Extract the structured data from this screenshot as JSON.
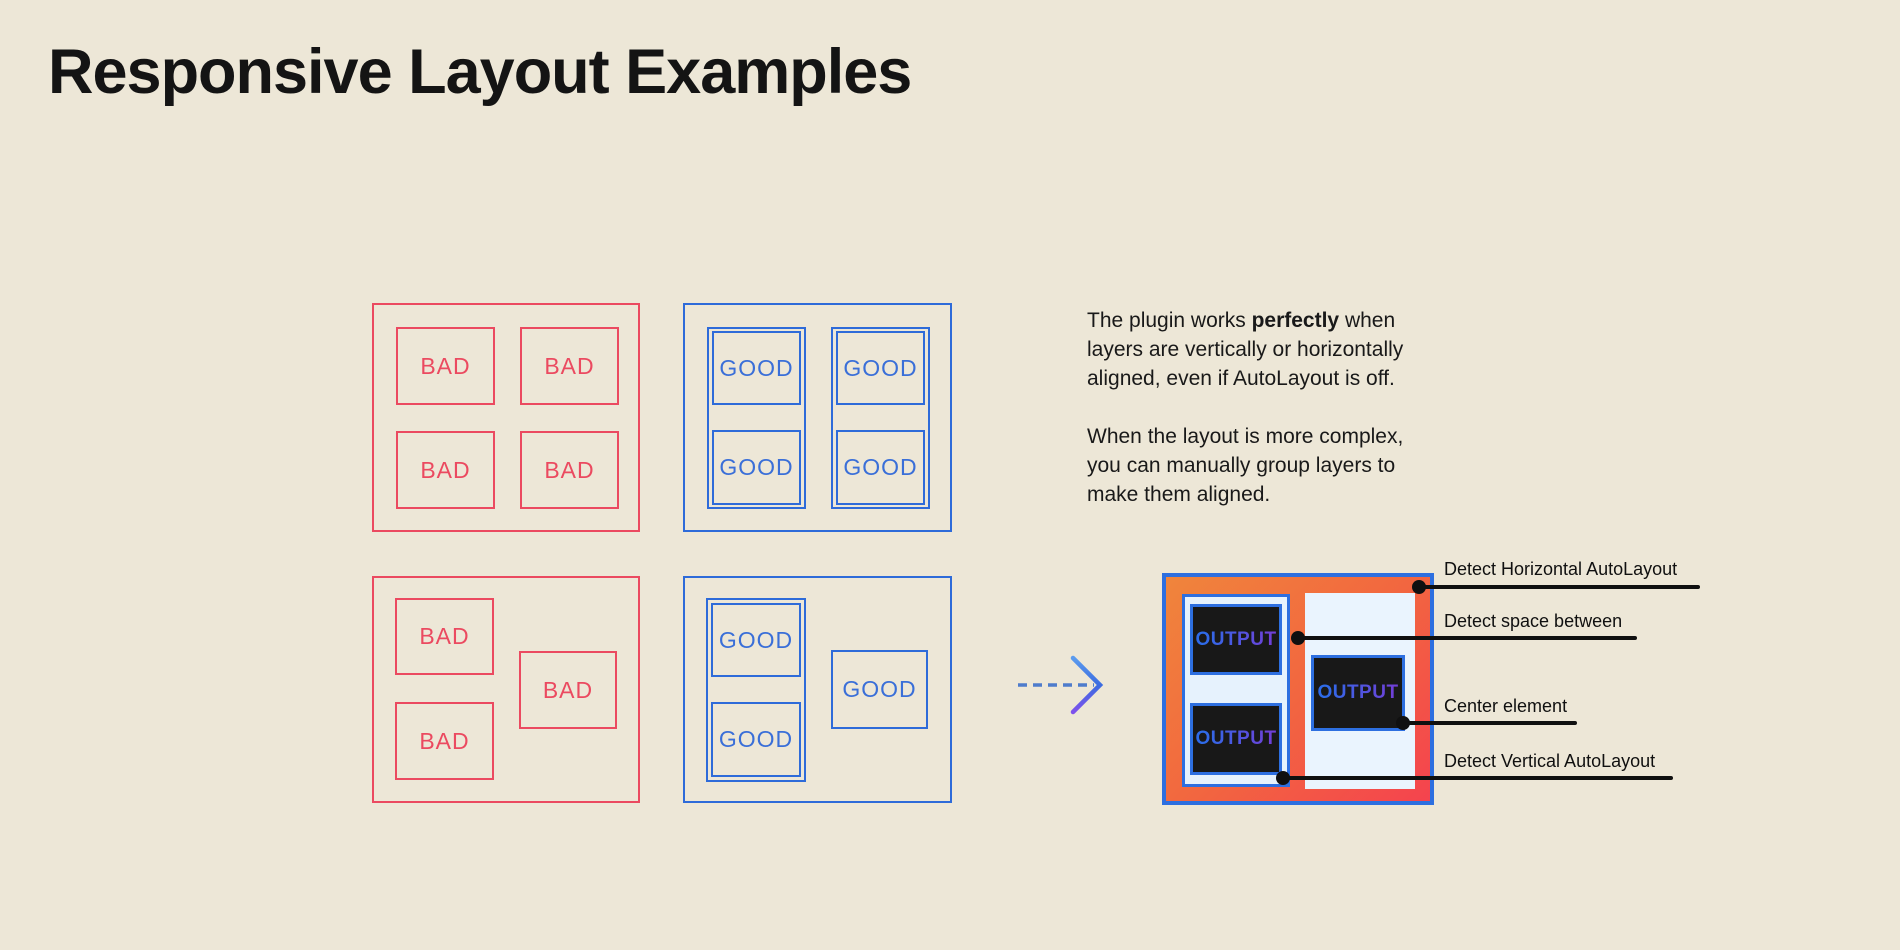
{
  "title": "Responsive Layout Examples",
  "labels": {
    "bad": "BAD",
    "good": "GOOD",
    "output": "OUTPUT"
  },
  "description": {
    "p1_before": "The plugin works ",
    "p1_bold": "perfectly",
    "p1_after": " when layers are vertically or horizontally aligned, even if AutoLayout is off.",
    "p2": "When the layout is more complex, you can manually group layers to make them aligned."
  },
  "annotations": [
    {
      "label": "Detect Horizontal AutoLayout"
    },
    {
      "label": "Detect space between"
    },
    {
      "label": "Center element"
    },
    {
      "label": "Detect Vertical AutoLayout"
    }
  ],
  "colors": {
    "background": "#EDE7D7",
    "bad_red": "#EB4A60",
    "good_blue": "#2E6BD9",
    "output_border_blue": "#2D6FE0",
    "output_gradient_start": "#F0853C",
    "output_gradient_end": "#F4434E",
    "output_panel_fill": "#E6F2FD",
    "output_dark_fill": "#181818",
    "annotation_black": "#101010",
    "arrow_blue": "#4E7CCC",
    "arrow_purple": "#7E52EC"
  }
}
